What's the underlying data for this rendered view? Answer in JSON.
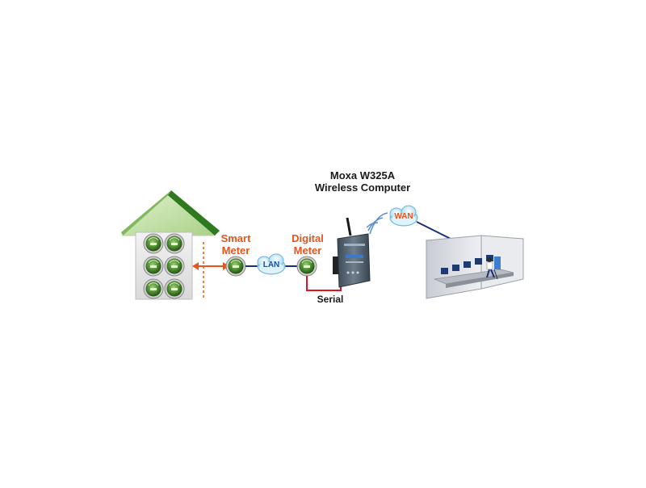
{
  "device": {
    "line1": "Moxa W325A",
    "line2": "Wireless Computer"
  },
  "smart_meter": {
    "line1": "Smart",
    "line2": "Meter"
  },
  "digital_meter": {
    "line1": "Digital",
    "line2": "Meter"
  },
  "links": {
    "lan": "LAN",
    "wan": "WAN",
    "serial": "Serial"
  },
  "colors": {
    "accent_orange": "#e8541c",
    "serial_line": "#e0141e",
    "network_line": "#1a2f7a",
    "roof_green": "#3c8a2a",
    "meter_green": "#3f7f2a",
    "cloud_blue": "#bfe6f7"
  },
  "icons": [
    "house-icon",
    "meter-icon",
    "cloud-icon",
    "router-icon",
    "wifi-signal-icon",
    "control-room-icon"
  ]
}
